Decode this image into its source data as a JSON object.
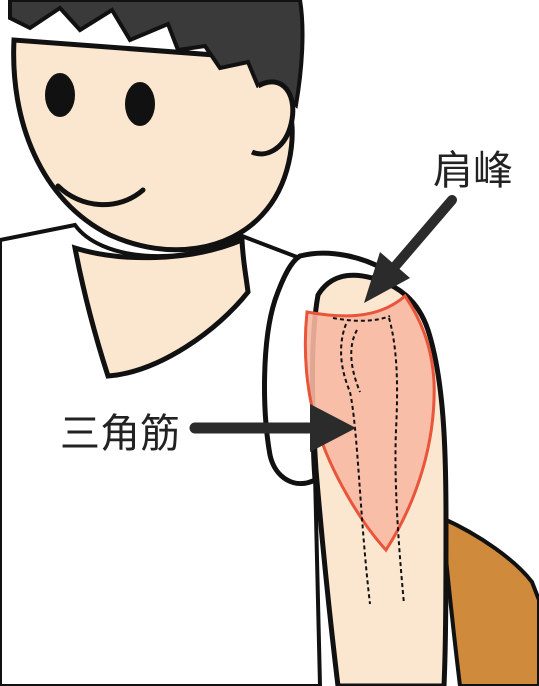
{
  "labels": {
    "acromion": "肩峰",
    "deltoid": "三角筋"
  },
  "colors": {
    "skin": "#fbe6cf",
    "hair": "#3a3a3a",
    "outline": "#111111",
    "deltoid_fill": "#f7b9a2",
    "deltoid_stroke": "#e8553a",
    "shirt": "#ffffff",
    "brown_shirt": "#cf8a3b",
    "arrow": "#2b2b2b"
  },
  "icons": {
    "acromion_arrow": "arrow-pointing-down-left",
    "deltoid_arrow": "arrow-pointing-right"
  }
}
